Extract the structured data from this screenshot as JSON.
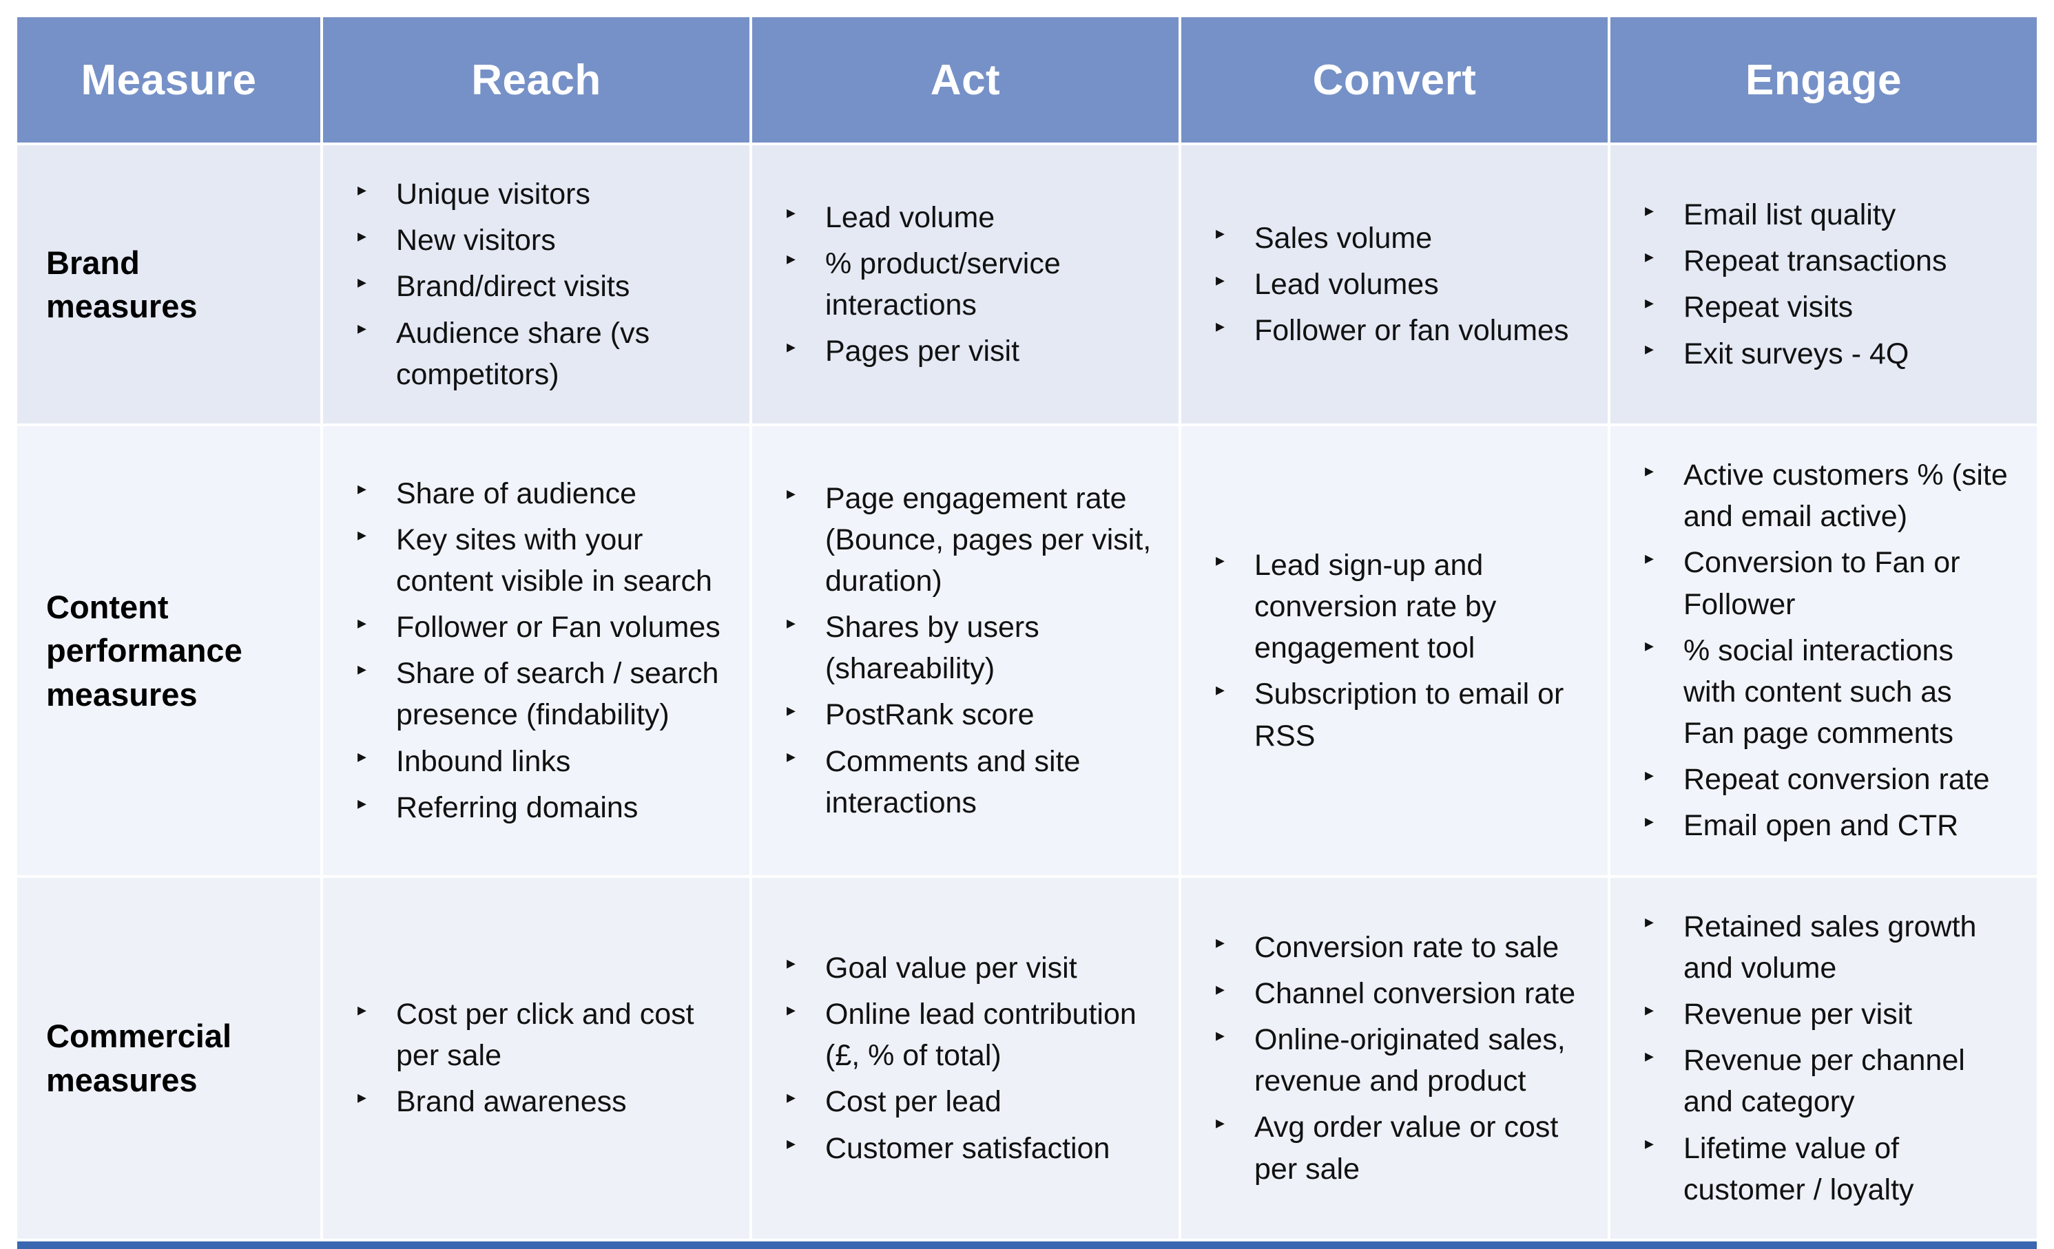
{
  "chart_data": {
    "type": "table",
    "columns": [
      "Measure",
      "Reach",
      "Act",
      "Convert",
      "Engage"
    ],
    "rows": [
      {
        "label": "Brand measures",
        "cells": [
          [
            "Unique visitors",
            "New visitors",
            "Brand/direct visits",
            "Audience share (vs competitors)"
          ],
          [
            "Lead volume",
            "% product/service interactions",
            "Pages per visit"
          ],
          [
            "Sales volume",
            "Lead volumes",
            "Follower or fan volumes"
          ],
          [
            "Email list quality",
            "Repeat transactions",
            "Repeat visits",
            "Exit surveys - 4Q"
          ]
        ]
      },
      {
        "label": "Content performance measures",
        "cells": [
          [
            "Share of audience",
            "Key sites with your content visible in search",
            "Follower or Fan volumes",
            "Share of search / search presence (findability)",
            "Inbound links",
            "Referring domains"
          ],
          [
            "Page engagement rate (Bounce, pages per visit, duration)",
            "Shares by users (shareability)",
            "PostRank score",
            "Comments and site interactions"
          ],
          [
            "Lead sign-up and conversion rate by engagement tool",
            "Subscription to email or RSS"
          ],
          [
            "Active customers % (site and email active)",
            "Conversion to Fan or Follower",
            "% social interactions with content such as Fan page comments",
            "Repeat conversion rate",
            "Email open and CTR"
          ]
        ]
      },
      {
        "label": "Commercial measures",
        "cells": [
          [
            "Cost per click and cost per sale",
            "Brand awareness"
          ],
          [
            "Goal value per visit",
            "Online lead contribution (£, % of total)",
            "Cost per lead",
            "Customer satisfaction"
          ],
          [
            "Conversion rate to sale",
            "Channel conversion rate",
            "Online-originated sales, revenue and product",
            "Avg order value or cost per sale"
          ],
          [
            "Retained sales growth and volume",
            "Revenue per visit",
            "Revenue per channel and category",
            "Lifetime value of customer / loyalty"
          ]
        ]
      }
    ]
  },
  "bullet_glyph": "▸",
  "colors": {
    "header_bg": "#7691c7",
    "header_text": "#ffffff",
    "row_brand_bg": "#e4e9f4",
    "row_content_bg": "#f1f4fa",
    "row_commercial_bg": "#eef1f8",
    "body_text": "#111111",
    "gridline": "#ffffff",
    "bottom_bar": "#3a67b0"
  }
}
